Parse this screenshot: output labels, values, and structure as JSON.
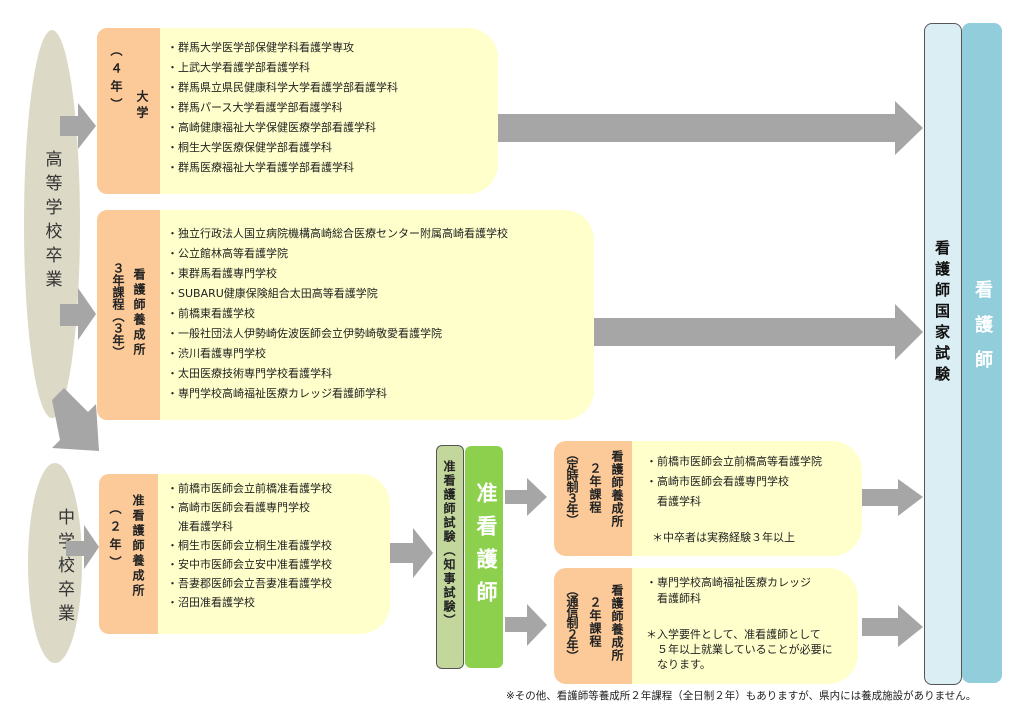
{
  "start_points": {
    "high_school": "高等学校卒業",
    "junior_high": "中学校卒業"
  },
  "university": {
    "type_label": "大学",
    "duration_label": "（４年）",
    "schools": [
      "・群馬大学医学部保健学科看護学専攻",
      "・上武大学看護学部看護学科",
      "・群馬県立県民健康科学大学看護学部看護学科",
      "・群馬パース大学看護学部看護学科",
      "・高崎健康福祉大学保健医療学部看護学科",
      "・桐生大学医療保健学部看護学科",
      "・群馬医療福祉大学看護学部看護学科"
    ]
  },
  "nursing_school_3yr": {
    "type_label": "看護師養成所",
    "duration_label": "３年課程（３年）",
    "schools": [
      "・独立行政法人国立病院機構高崎総合医療センター附属高崎看護学校",
      "・公立館林高等看護学院",
      "・東群馬看護専門学校",
      "・SUBARU健康保険組合太田高等看護学院",
      "・前橋東看護学校",
      "・一般社団法人伊勢崎佐波医師会立伊勢崎敬愛看護学院",
      "・渋川看護専門学校",
      "・太田医療技術専門学校看護学科",
      "・専門学校高崎福祉医療カレッジ看護師学科"
    ]
  },
  "assistant_school": {
    "type_label": "准看護師養成所",
    "duration_label": "（２年）",
    "schools": [
      "・前橋市医師会立前橋准看護学校",
      "・高崎市医師会看護専門学校",
      "　准看護学科",
      "・桐生市医師会立桐生准看護学校",
      "・安中市医師会立安中准看護学校",
      "・吾妻郡医師会立吾妻准看護学校",
      "・沼田准看護学校"
    ]
  },
  "assistant_exam": {
    "exam_label": "准看護師試験（知事試験）",
    "qualification_label": "准看護師"
  },
  "course_2yr_parttime": {
    "type_label": "看護師養成所",
    "course_label": "２年課程",
    "mode_label": "（定時制３年）",
    "schools": [
      "・前橋市医師会立前橋高等看護学院",
      "・高崎市医師会看護専門学校",
      "　看護学科"
    ],
    "note": "＊中卒者は実務経験３年以上"
  },
  "course_2yr_correspondence": {
    "type_label": "看護師養成所",
    "course_label": "２年課程",
    "mode_label": "（通信制２年）",
    "schools": [
      "・専門学校高崎福祉医療カレッジ",
      "　看護師科"
    ],
    "note_lines": [
      "＊入学要件として、准看護師として",
      "　５年以上就業していることが必要に",
      "　なります。"
    ]
  },
  "national_exam": {
    "exam_label": "看護師国家試験",
    "qualification_label": "看護師"
  },
  "footnote": "※その他、看護師等養成所２年課程（全日制２年）もありますが、県内には養成施設がありません。",
  "colors": {
    "ellipse": "#dcd9c6",
    "orange_label": "#fcc999",
    "school_list": "#ffffcc",
    "arrow": "#a6a6a6",
    "national_exam": "#dbeef4",
    "nurse": "#92cddc",
    "assistant_exam": "#c3d69b",
    "assistant_nurse": "#8dd04d"
  }
}
